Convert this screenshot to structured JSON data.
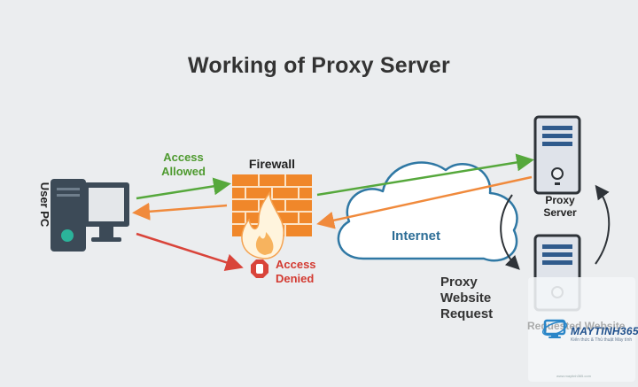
{
  "title": "Working of Proxy Server",
  "nodes": {
    "user_pc": "User PC",
    "firewall": "Firewall",
    "internet": "Internet",
    "proxy_server": [
      "Proxy",
      "Server"
    ],
    "requested_website": "Requested Website"
  },
  "labels": {
    "access_allowed": [
      "Access",
      "Allowed"
    ],
    "access_denied": [
      "Access",
      "Denied"
    ],
    "proxy_request": [
      "Proxy",
      "Website",
      "Request"
    ]
  },
  "watermark": {
    "brand": "MAYTINH365",
    "tagline": "Kiến thức & Thủ thuật Máy tính",
    "url": "www.maytinh365.com"
  },
  "colors": {
    "allowed_arrow": "#56a83c",
    "denied_arrow": "#d9443a",
    "return_arrow": "#f08a3c",
    "cloud_stroke": "#2f78a4",
    "firewall_brick": "#f0872a",
    "server_body": "#dfe3ea",
    "pc_body": "#3c4a57"
  }
}
